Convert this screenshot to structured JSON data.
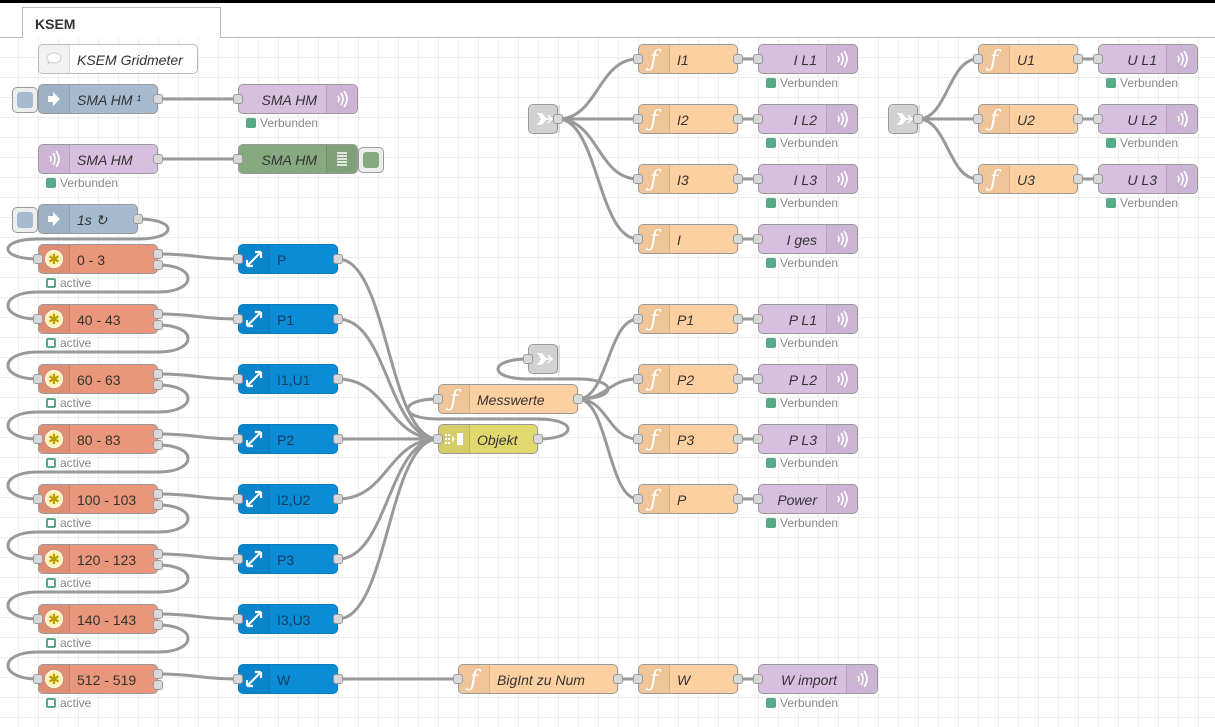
{
  "tabs": [
    {
      "label": "KSEM",
      "active": true
    }
  ],
  "comment": {
    "label": "KSEM Gridmeter"
  },
  "inject_nodes": [
    {
      "label": "SMA HM ¹"
    },
    {
      "label": "1s ↻"
    }
  ],
  "websocket_out": [
    {
      "label": "SMA HM",
      "status": "Verbunden"
    },
    {
      "label": "I L1",
      "status": "Verbunden"
    },
    {
      "label": "I L2",
      "status": "Verbunden"
    },
    {
      "label": "I L3",
      "status": "Verbunden"
    },
    {
      "label": "I ges",
      "status": "Verbunden"
    },
    {
      "label": "U L1",
      "status": "Verbunden"
    },
    {
      "label": "U L2",
      "status": "Verbunden"
    },
    {
      "label": "U L3",
      "status": "Verbunden"
    },
    {
      "label": "P L1",
      "status": "Verbunden"
    },
    {
      "label": "P L2",
      "status": "Verbunden"
    },
    {
      "label": "P L3",
      "status": "Verbunden"
    },
    {
      "label": "Power",
      "status": "Verbunden"
    },
    {
      "label": "W import",
      "status": "Verbunden"
    }
  ],
  "websocket_in": {
    "label": "SMA HM",
    "status": "Verbunden"
  },
  "debug": {
    "label": "SMA HM"
  },
  "modbus_reads": [
    {
      "label": "0 - 3",
      "status": "active"
    },
    {
      "label": "40 - 43",
      "status": "active"
    },
    {
      "label": "60 - 63",
      "status": "active"
    },
    {
      "label": "80 - 83",
      "status": "active"
    },
    {
      "label": "100 - 103",
      "status": "active"
    },
    {
      "label": "120 - 123",
      "status": "active"
    },
    {
      "label": "140 - 143",
      "status": "active"
    },
    {
      "label": "512 - 519",
      "status": "active"
    }
  ],
  "change_nodes": [
    {
      "label": "P"
    },
    {
      "label": "P1"
    },
    {
      "label": "I1,U1"
    },
    {
      "label": "P2"
    },
    {
      "label": "I2,U2"
    },
    {
      "label": "P3"
    },
    {
      "label": "I3,U3"
    },
    {
      "label": "W"
    }
  ],
  "functions": [
    {
      "label": "I1"
    },
    {
      "label": "I2"
    },
    {
      "label": "I3"
    },
    {
      "label": "I"
    },
    {
      "label": "U1"
    },
    {
      "label": "U2"
    },
    {
      "label": "U3"
    },
    {
      "label": "P1"
    },
    {
      "label": "P2"
    },
    {
      "label": "P3"
    },
    {
      "label": "P"
    },
    {
      "label": "Messwerte"
    },
    {
      "label": "BigInt zu Num"
    },
    {
      "label": "W"
    }
  ],
  "join": {
    "label": "Objekt"
  },
  "link_nodes": [
    {
      "kind": "link-in",
      "group": "I"
    },
    {
      "kind": "link-in",
      "group": "U"
    },
    {
      "kind": "link-out",
      "group": "Messwerte"
    }
  ],
  "colors": {
    "inject": "#a6bbcf",
    "websocket": "#d7bfe0",
    "function": "#fdd0a2",
    "debug": "#87a980",
    "modbus": "#e9967a",
    "change": "#0a8dd6",
    "join": "#e2d96e",
    "link": "#dddddd",
    "status_green": "#55aa88",
    "wire": "#999999"
  }
}
